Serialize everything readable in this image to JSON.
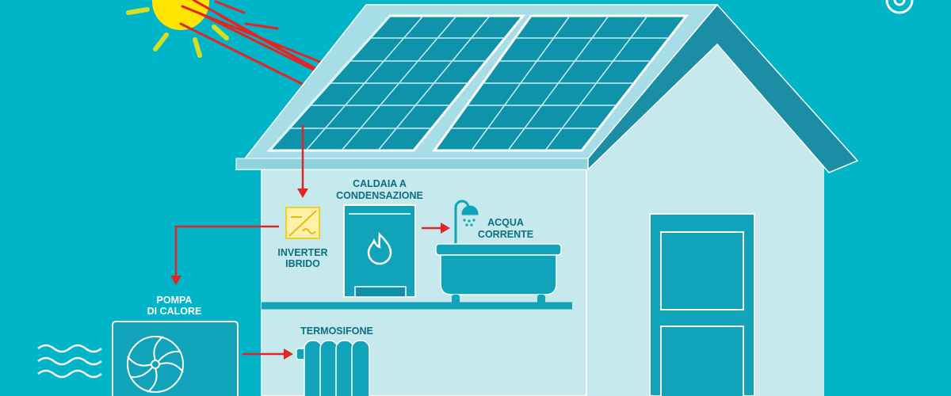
{
  "colors": {
    "background": "#00b5c8",
    "house_wall": "#c6e9ee",
    "roof": "#1b8ea6",
    "roof_light": "#a6dde6",
    "panel": "#0e93aa",
    "panel_line": "#c9eef3",
    "equipment": "#10a3b9",
    "label": "#0a6f82",
    "arrow": "#e52421",
    "sun": "#ffe500",
    "sun_ray": "#d6df1f"
  },
  "icons": [
    "sun-icon",
    "solar-panel-icon",
    "inverter-icon",
    "flame-icon",
    "shower-icon",
    "bathtub-icon",
    "fan-icon",
    "radiator-icon",
    "water-waves-icon",
    "door-icon",
    "logo-icon"
  ],
  "labels": {
    "boiler": [
      "CALDAIA A",
      "CONDENSAZIONE"
    ],
    "hot_water": [
      "ACQUA",
      "CORRENTE"
    ],
    "inverter": [
      "INVERTER",
      "IBRIDO"
    ],
    "heat_pump": [
      "POMPA",
      "DI CALORE"
    ],
    "radiator": "TERMOSIFONE"
  }
}
